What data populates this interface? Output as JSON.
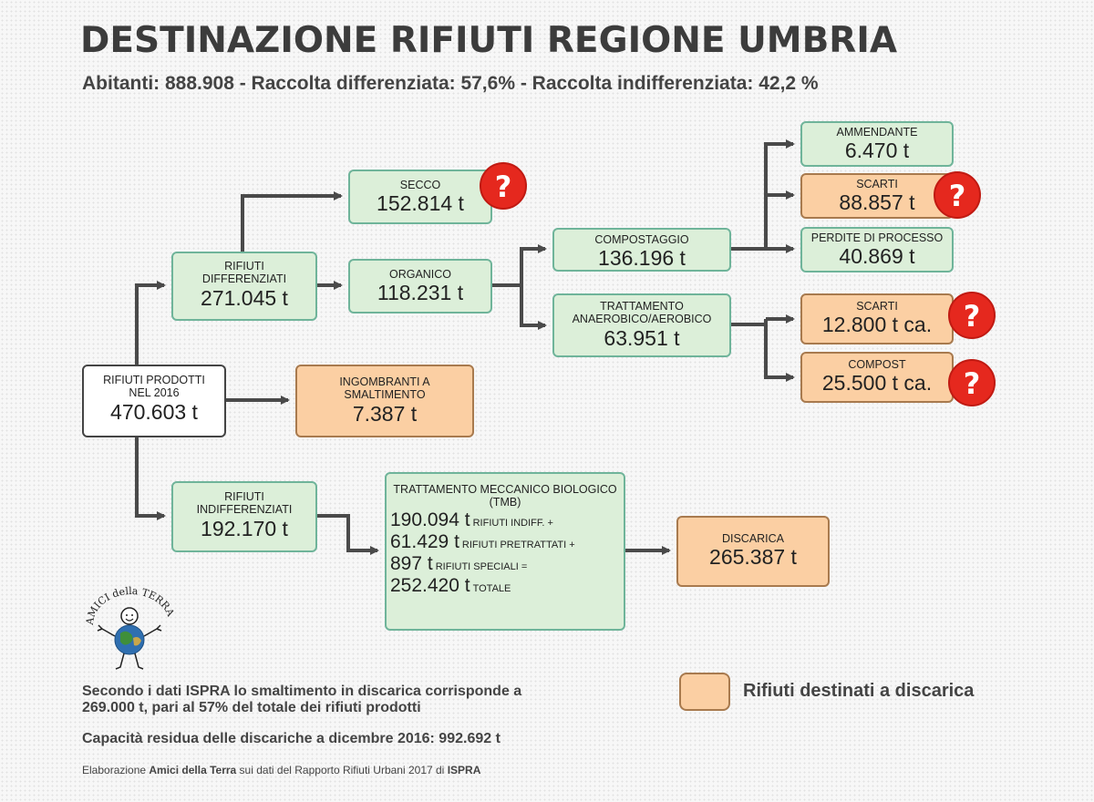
{
  "title": "DESTINAZIONE RIFIUTI REGIONE UMBRIA",
  "subtitle": "Abitanti: 888.908  -  Raccolta differenziata: 57,6% - Raccolta indifferenziata: 42,2 %",
  "colors": {
    "green_box": "#dcefd9",
    "green_border": "#6fb49a",
    "orange_box": "#fbcfa3",
    "orange_border": "#a87a4e",
    "question_mark": "#e5281e",
    "arrow": "#4a4a4a"
  },
  "nodes": {
    "prodotti": {
      "label_line1": "RIFIUTI PRODOTTI",
      "label_line2": "NEL 2016",
      "value": "470.603 t"
    },
    "differenziati": {
      "label_line1": "RIFIUTI",
      "label_line2": "DIFFERENZIATI",
      "value": "271.045 t"
    },
    "secco": {
      "label": "SECCO",
      "value": "152.814 t"
    },
    "organico": {
      "label": "ORGANICO",
      "value": "118.231 t"
    },
    "compostaggio": {
      "label": "COMPOSTAGGIO",
      "value": "136.196 t"
    },
    "trattamento": {
      "label_line1": "TRATTAMENTO",
      "label_line2": "ANAEROBICO/AEROBICO",
      "value": "63.951 t"
    },
    "ammendante": {
      "label": "AMMENDANTE",
      "value": "6.470 t"
    },
    "scarti_comp": {
      "label": "SCARTI",
      "value": "88.857 t"
    },
    "perdite": {
      "label": "PERDITE DI PROCESSO",
      "value": "40.869 t"
    },
    "scarti_tratt": {
      "label": "SCARTI",
      "value": "12.800 t ca."
    },
    "compost": {
      "label": "COMPOST",
      "value": "25.500 t ca."
    },
    "ingombranti": {
      "label_line1": "INGOMBRANTI A",
      "label_line2": "SMALTIMENTO",
      "value": "7.387 t"
    },
    "indifferenziati": {
      "label_line1": "RIFIUTI",
      "label_line2": "INDIFFERENZIATI",
      "value": "192.170 t"
    },
    "tmb": {
      "label_line1": "TRATTAMENTO MECCANICO BIOLOGICO",
      "label_line2": "(TMB)",
      "lines": [
        {
          "value": "190.094 t",
          "desc": "RIFIUTI INDIFF.  +"
        },
        {
          "value": "61.429 t",
          "desc": "RIFIUTI PRETRATTATI +"
        },
        {
          "value": "897 t",
          "desc": "RIFIUTI SPECIALI  ="
        },
        {
          "value": "252.420 t",
          "desc": "TOTALE"
        }
      ]
    },
    "discarica": {
      "label": "DISCARICA",
      "value": "265.387 t"
    }
  },
  "question_mark": "?",
  "legend": {
    "label": "Rifiuti destinati a discarica"
  },
  "notes": {
    "ispra_line1": "Secondo i dati ISPRA lo smaltimento in discarica corrisponde a",
    "ispra_line2": "269.000 t, pari al 57% del totale dei rifiuti prodotti",
    "capacita": "Capacità residua delle discariche a dicembre 2016: 992.692 t"
  },
  "credits": {
    "prefix": "Elaborazione ",
    "org": "Amici della Terra",
    "middle": " sui dati del Rapporto Rifiuti Urbani 2017 di ",
    "source": "ISPRA"
  },
  "logo": {
    "text": "AMICI della TERRA"
  }
}
